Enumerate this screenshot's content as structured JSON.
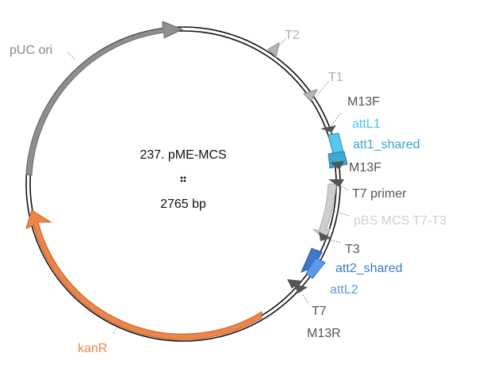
{
  "plasmid": {
    "name": "237. pME-MCS",
    "length_label": "2765 bp"
  },
  "labels": {
    "puc_ori": "pUC ori",
    "t2": "T2",
    "t1": "T1",
    "m13f_top": "M13F",
    "attl1": "attL1",
    "att1_shared": "att1_shared",
    "m13f_mid": "M13F",
    "t7_primer": "T7 primer",
    "pbs_mcs": "pBS MCS T7-T3",
    "t3": "T3",
    "att2_shared": "att2_shared",
    "attl2": "attL2",
    "t7": "T7",
    "m13r": "M13R",
    "kanr": "kanR"
  },
  "colors": {
    "backbone": "#111111",
    "puc_ori": "#8f8f8f",
    "terminator": "#b5b5b5",
    "primer": "#555555",
    "attl1": "#56c8ee",
    "att1_shared": "#3fa8d0",
    "pbs_mcs": "#cfcfcf",
    "att2_shared": "#3f78c8",
    "attl2": "#5b9ae8",
    "kanr": "#ee8547"
  }
}
